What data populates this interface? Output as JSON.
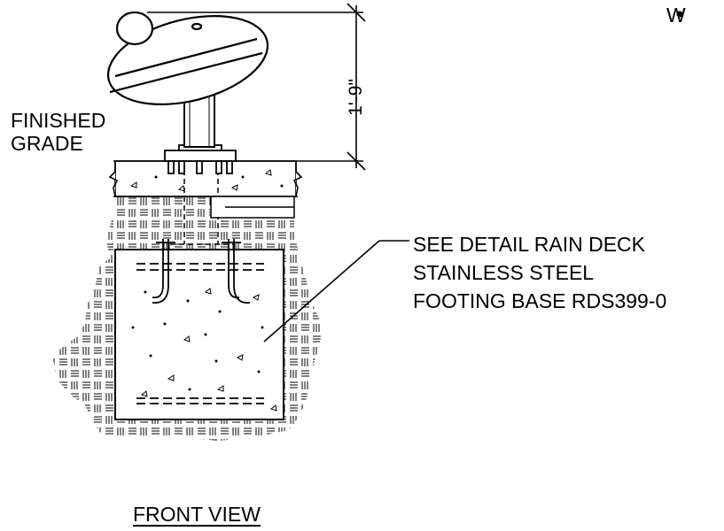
{
  "drawing": {
    "finished_grade_lines": [
      "FINISHED",
      "GRADE"
    ],
    "dimension_label": "1'-9\"",
    "callout_lines": [
      "SEE DETAIL RAIN DECK",
      "STAINLESS STEEL",
      "FOOTING BASE RDS399-0"
    ],
    "view_title": "FRONT VIEW",
    "bullet_text": "W",
    "line_color": "#000000",
    "background_color": "#ffffff"
  }
}
